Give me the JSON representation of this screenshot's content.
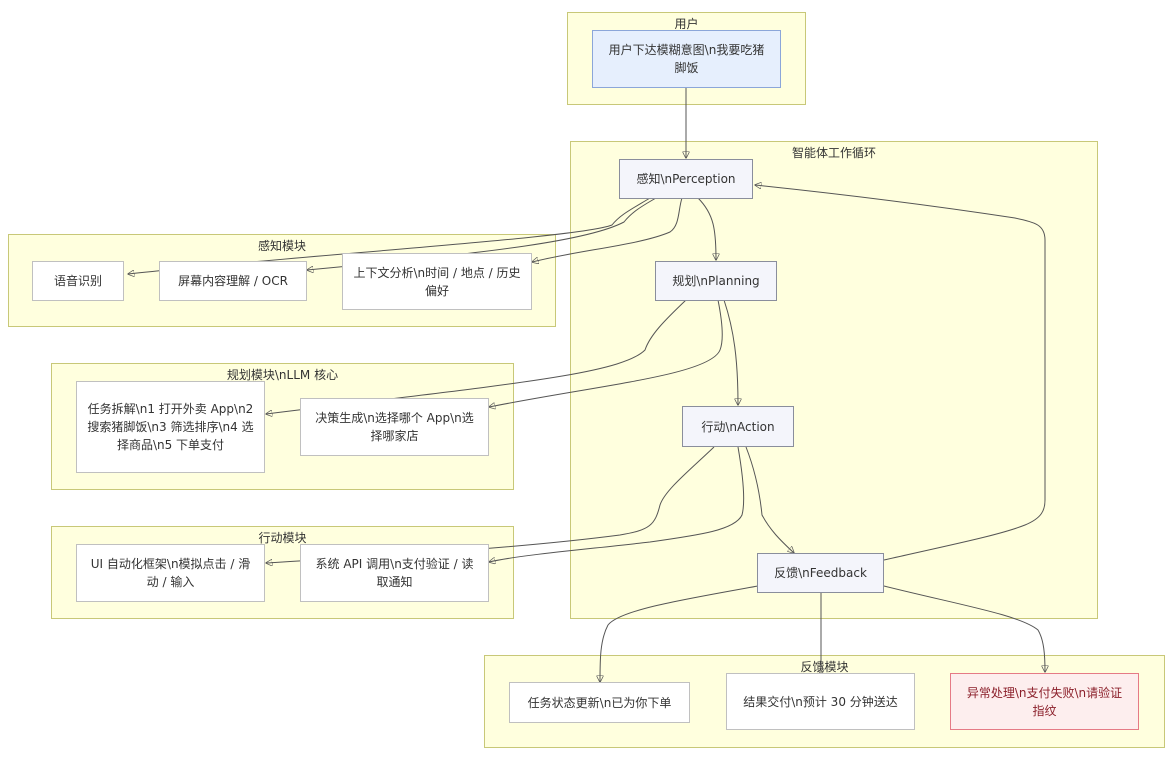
{
  "clusters": {
    "user": {
      "title": "用户"
    },
    "loop": {
      "title": "智能体工作循环"
    },
    "perception_module": {
      "title": "感知模块"
    },
    "planning_module": {
      "title": "规划模块\\nLLM 核心"
    },
    "action_module": {
      "title": "行动模块"
    },
    "feedback_module": {
      "title": "反馈模块"
    }
  },
  "nodes": {
    "user_intent": "用户下达模糊意图\\n我要吃猪脚饭",
    "perception": "感知\\nPerception",
    "planning": "规划\\nPlanning",
    "action": "行动\\nAction",
    "feedback": "反馈\\nFeedback",
    "speech_recognition": "语音识别",
    "screen_ocr": "屏幕内容理解 / OCR",
    "context_analysis": "上下文分析\\n时间 / 地点 / 历史偏好",
    "task_decomposition": "任务拆解\\n1 打开外卖 App\\n2 搜索猪脚饭\\n3 筛选排序\\n4 选择商品\\n5 下单支付",
    "decision_making": "决策生成\\n选择哪个 App\\n选择哪家店",
    "ui_automation": "UI 自动化框架\\n模拟点击 / 滑动 / 输入",
    "system_api": "系统 API 调用\\n支付验证 / 读取通知",
    "task_status": "任务状态更新\\n已为你下单",
    "result_delivery": "结果交付\\n预计 30 分钟送达",
    "exception_handling": "异常处理\\n支付失败\\n请验证指纹"
  },
  "edges": [
    {
      "from": "user_intent",
      "to": "perception"
    },
    {
      "from": "perception",
      "to": "planning"
    },
    {
      "from": "perception",
      "to": "speech_recognition"
    },
    {
      "from": "perception",
      "to": "screen_ocr"
    },
    {
      "from": "perception",
      "to": "context_analysis"
    },
    {
      "from": "planning",
      "to": "action"
    },
    {
      "from": "planning",
      "to": "task_decomposition"
    },
    {
      "from": "planning",
      "to": "decision_making"
    },
    {
      "from": "action",
      "to": "feedback"
    },
    {
      "from": "action",
      "to": "ui_automation"
    },
    {
      "from": "action",
      "to": "system_api"
    },
    {
      "from": "feedback",
      "to": "perception"
    },
    {
      "from": "feedback",
      "to": "task_status"
    },
    {
      "from": "feedback",
      "to": "result_delivery"
    },
    {
      "from": "feedback",
      "to": "exception_handling"
    }
  ],
  "colors": {
    "cluster_fill": "#ffffde",
    "cluster_border": "#c8c878",
    "core_node_fill": "#f4f5fb",
    "user_node_fill": "#e6effd",
    "error_node_fill": "#fdeeee",
    "error_node_border": "#e57a86"
  }
}
